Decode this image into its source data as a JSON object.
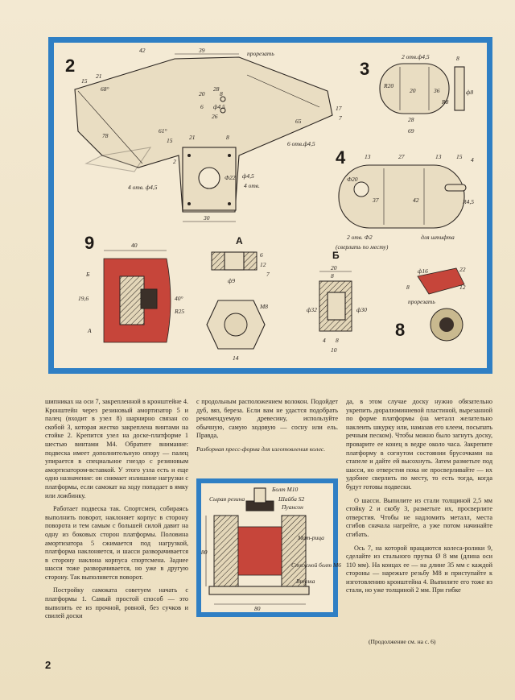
{
  "figures": {
    "fig2": {
      "num": "2",
      "labels": [
        "42",
        "39",
        "прорезать",
        "21",
        "15",
        "68°",
        "78",
        "61°",
        "15",
        "28",
        "20",
        "8",
        "ф4,5",
        "26",
        "6",
        "8",
        "21",
        "Ф22",
        "2",
        "4 отв. ф4,5",
        "ф4,5",
        "4 отв.",
        "30",
        "6 отв.ф4,5",
        "17",
        "7",
        "65"
      ]
    },
    "fig3": {
      "num": "3",
      "labels": [
        "2 отв.ф4,5",
        "8",
        "R20",
        "20",
        "36",
        "R8",
        "ф8",
        "28",
        "69"
      ]
    },
    "fig4": {
      "num": "4",
      "labels": [
        "13",
        "27",
        "13",
        "15",
        "4",
        "Ф20",
        "37",
        "42",
        "R4,5",
        "2 отв. Ф2",
        "(сверлить по месту)",
        "для штифта"
      ]
    },
    "fig9": {
      "num": "9",
      "labels": [
        "40",
        "Б",
        "19,6",
        "А",
        "40°",
        "R25"
      ]
    },
    "figA": {
      "title": "А",
      "labels": [
        "6",
        "12",
        "7",
        "ф9",
        "М8",
        "14"
      ]
    },
    "figB": {
      "title": "Б",
      "labels": [
        "20",
        "8",
        "ф32",
        "ф30",
        "4",
        "8",
        "10"
      ]
    },
    "fig8": {
      "num": "8",
      "labels": [
        "ф16",
        "22",
        "8",
        "12",
        "прорезать"
      ]
    }
  },
  "press": {
    "labels": [
      "Болт М10",
      "Шайба S2",
      "Пуансон",
      "Сырая резина",
      "Мат-рица",
      "Стяжной болт М6",
      "Втулка",
      "80",
      "80"
    ]
  },
  "columns": {
    "left": [
      "шипниках на оси 7, закрепленной в кронштейне 4. Кронштейн через резиновый амортизатор 5 и палец (входит в узел 8) шарнирно связан со скобой 3, которая жестко закреплена винтами на стойке 2. Крепится узел на доске-платформе 1 шестью винтами М4. Обратите внимание: подвеска имеет дополнительную опору — палец упирается в специальное гнездо с резиновым амортизатором-вставкой. У этого узла есть и еще одно назначение: он снимает излишние нагрузки с платформы, если самокат на ходу попадает в ямку или ложбинку.",
      "Работает подвеска так. Спортсмен, собираясь выполнить поворот, наклоняет корпус в сторону поворота и тем самым с большей силой давит на одну из боковых сторон платформы. Половина амортизатора 5 сжимается под нагрузкой, платформа наклоняется, и шасси разворачивается в сторону наклона корпуса спортсмена. Заднее шасси тоже разворачивается, но уже в другую сторону. Так выполняется поворот.",
      "Постройку самоката советуем начать с платформы 1. Самый простой способ — это выпилить ее из прочной, ровной, без сучков и свилей доски"
    ],
    "middle": [
      "с продольным расположением волокон. Подойдет дуб, вяз, береза. Если вам не удастся подобрать рекомендуемую древесину, используйте обычную, самую ходовую — сосну или ель. Правда,"
    ],
    "middle_caption": "Разборная пресс-форма для изготовления колес.",
    "right": [
      "да, в этом случае доску нужно обязательно укрепить дюралюминиевой пластиной, вырезанной по форме платформы (на металл желательно наклеить шкурку или, намазав его клеем, посыпать речным песком). Чтобы можно было загнуть доску, проварите ее конец в ведре около часа. Закрепите платформу в согнутом состоянии брусочками на стапеле и дайте ей высохнуть. Затем разметьте под шасси, но отверстия пока не просверливайте — их удобнее сверлить по месту, то есть тогда, когда будут готовы подвески.",
      "О шасси. Выпилите из стали толщиной 2,5 мм стойку 2 и скобу 3, разметьте их, просверлите отверстия. Чтобы не надломить металл, места сгибов сначала нагрейте, а уже потом начинайте сгибать.",
      "Ось 7, на которой вращаются колеса-ролики 9, сделайте из стального прутка Ø 8 мм (длина оси 110 мм). На концах ее — на длине 35 мм с каждой стороны — нарежьте резьбу М8 и приступайте к изготовлению кронштейна 4. Выпилите его тоже из стали, но уже толщиной 2 мм. При гибке"
    ]
  },
  "footer": {
    "page_number": "2",
    "continuation": "(Продолжение см. на с. 6)"
  }
}
